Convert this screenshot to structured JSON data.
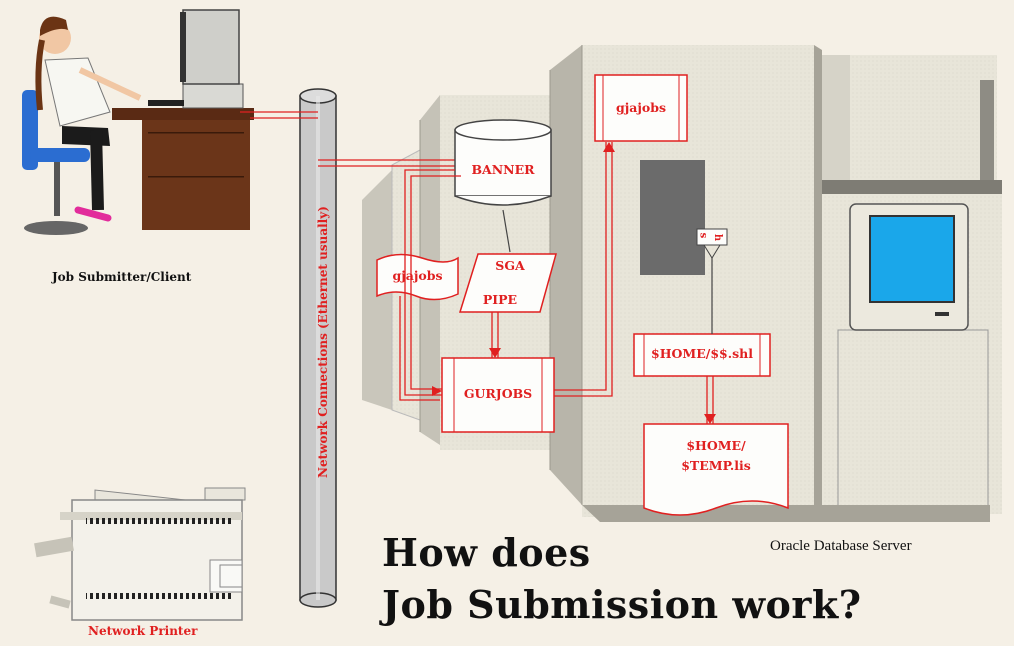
{
  "diagram": {
    "title_line1": "How does",
    "title_line2": "Job Submission work?",
    "server_label": "Oracle Database Server",
    "client_label": "Job Submitter/Client",
    "printer_label": "Network Printer",
    "network_label": "Network Connections (Ethernet usually)",
    "nodes": {
      "banner": "BANNER",
      "gjajobs_top": "gjajobs",
      "gjajobs_left": "gjajobs",
      "sga": "SGA",
      "pipe": "PIPE",
      "gurjobs": "GURJOBS",
      "home_shl": "$HOME/$$.shl",
      "home_temp_line1": "$HOME/",
      "home_temp_line2": "$TEMP.lis",
      "tag_s": "s",
      "tag_h": "h"
    },
    "colors": {
      "flow": "#e02020",
      "background": "#f5f0e6",
      "server": "#e7e4d8",
      "server_shadow": "#b8b5aa",
      "monitor_screen": "#1aa7ea"
    }
  }
}
